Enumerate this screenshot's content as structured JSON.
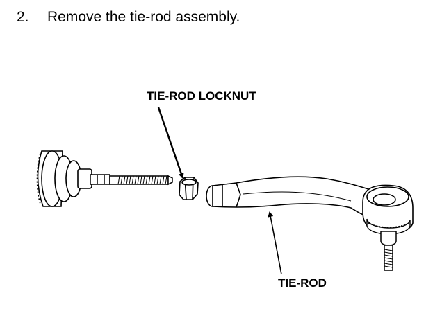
{
  "instruction": {
    "step_number": "2.",
    "text": "Remove the tie-rod assembly."
  },
  "callouts": {
    "locknut": "TIE-ROD LOCKNUT",
    "tierod": "TIE-ROD"
  }
}
